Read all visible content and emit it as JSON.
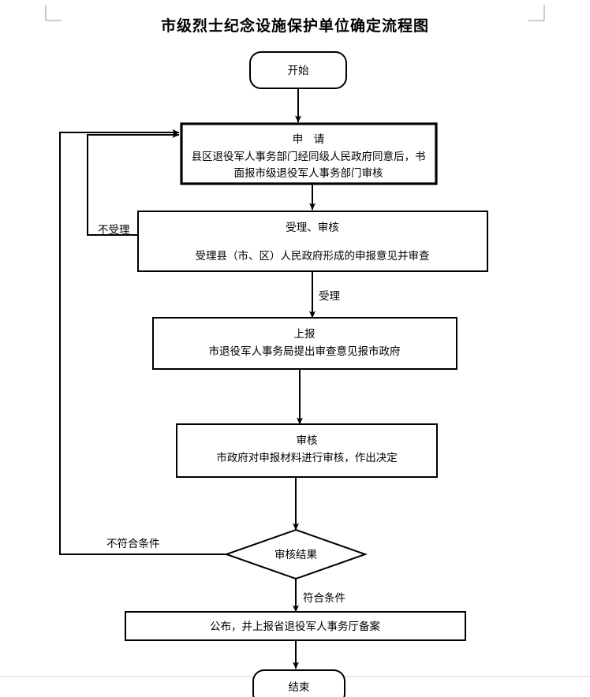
{
  "document": {
    "title": "市级烈士纪念设施保护单位确定流程图"
  },
  "flowchart": {
    "type": "flowchart",
    "orientation": "top-to-bottom",
    "nodes": [
      {
        "id": "start",
        "shape": "rounded-rectangle",
        "lines": [
          "开始"
        ],
        "border": "thin"
      },
      {
        "id": "apply",
        "shape": "rectangle",
        "lines": [
          "申　请",
          "县区退役军人事务部门经同级人民政府同意后，书",
          "面报市级退役军人事务部门审核"
        ],
        "border": "thick"
      },
      {
        "id": "accept-review",
        "shape": "rectangle",
        "lines": [
          "受理、审核",
          "受理县（市、区）人民政府形成的申报意见并审查"
        ],
        "border": "thin"
      },
      {
        "id": "report-up",
        "shape": "rectangle",
        "lines": [
          "上报",
          "市退役军人事务局提出审查意见报市政府"
        ],
        "border": "thin"
      },
      {
        "id": "examine",
        "shape": "rectangle",
        "lines": [
          "审核",
          "市政府对申报材料进行审核，作出决定"
        ],
        "border": "thin"
      },
      {
        "id": "decision",
        "shape": "diamond",
        "lines": [
          "审核结果"
        ],
        "border": "thin"
      },
      {
        "id": "publish",
        "shape": "rectangle",
        "lines": [
          "公布，并上报省退役军人事务厅备案"
        ],
        "border": "thin"
      },
      {
        "id": "end",
        "shape": "rounded-rectangle",
        "lines": [
          "结束"
        ],
        "border": "thin"
      }
    ],
    "edges": [
      {
        "id": "e-start-apply",
        "from": "start",
        "to": "apply",
        "label": ""
      },
      {
        "id": "e-apply-accept",
        "from": "apply",
        "to": "accept-review",
        "label": ""
      },
      {
        "id": "e-accept-apply-reject",
        "from": "accept-review",
        "to": "apply",
        "label": "不受理"
      },
      {
        "id": "e-accept-report",
        "from": "accept-review",
        "to": "report-up",
        "label": "受理"
      },
      {
        "id": "e-report-examine",
        "from": "report-up",
        "to": "examine",
        "label": ""
      },
      {
        "id": "e-examine-decision",
        "from": "examine",
        "to": "decision",
        "label": ""
      },
      {
        "id": "e-decision-apply-fail",
        "from": "decision",
        "to": "apply",
        "label": "不符合条件"
      },
      {
        "id": "e-decision-publish",
        "from": "decision",
        "to": "publish",
        "label": "符合条件"
      },
      {
        "id": "e-publish-end",
        "from": "publish",
        "to": "end",
        "label": ""
      }
    ],
    "labels": {
      "not_accepted": "不受理",
      "accepted": "受理",
      "not_qualified": "不符合条件",
      "qualified": "符合条件"
    },
    "colors": {
      "line": "#000000",
      "fill": "#ffffff",
      "text": "#000000"
    }
  }
}
